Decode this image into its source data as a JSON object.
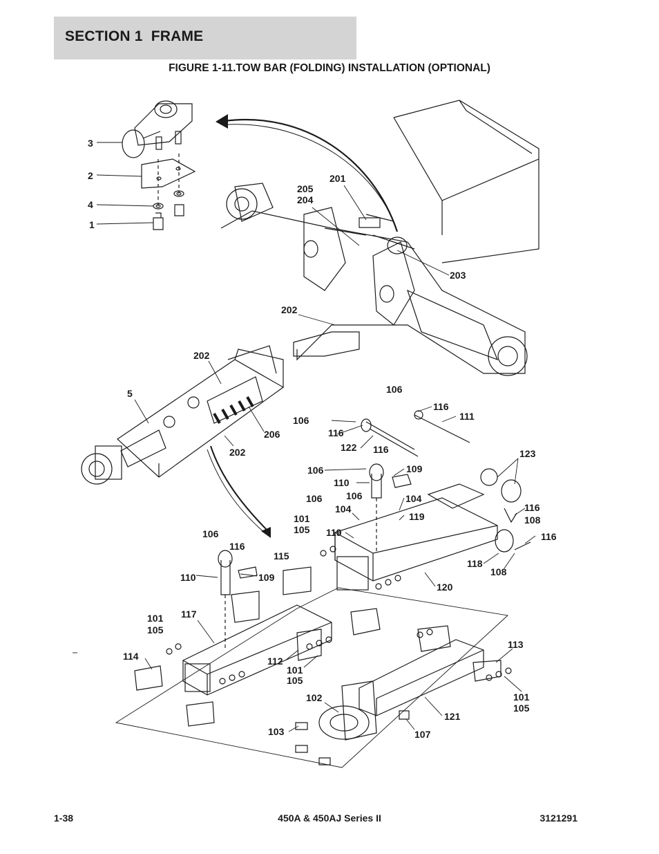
{
  "header": {
    "section_title": "SECTION 1  FRAME"
  },
  "figure": {
    "title": "FIGURE 1-11.TOW BAR (FOLDING) INSTALLATION (OPTIONAL)"
  },
  "callouts": {
    "c3": "3",
    "c2": "2",
    "c4": "4",
    "c1": "1",
    "c201": "201",
    "c205": "205",
    "c204": "204",
    "c203": "203",
    "c202a": "202",
    "c202b": "202",
    "c5": "5",
    "c206": "206",
    "c202c": "202",
    "c106a": "106",
    "c116a": "116",
    "c111": "111",
    "c106b": "106",
    "c116b": "116",
    "c122": "122",
    "c116c": "116",
    "c123": "123",
    "c106c": "106",
    "c109a": "109",
    "c110a": "110",
    "c106d": "106",
    "c106e": "106",
    "c104a": "104",
    "c104b": "104",
    "c101a": "101",
    "c105a": "105",
    "c119a": "119",
    "c119b": "119",
    "c116d": "116",
    "c108a": "108",
    "c116e": "116",
    "c106f": "106",
    "c116f": "116",
    "c115": "115",
    "c118": "118",
    "c108b": "108",
    "c110b": "110",
    "c109b": "109",
    "c120": "120",
    "c101b": "101",
    "c105b": "105",
    "c117": "117",
    "c114": "114",
    "c112": "112",
    "c101c": "101",
    "c105c": "105",
    "c113": "113",
    "c101d": "101",
    "c105d": "105",
    "c102": "102",
    "c121": "121",
    "c103": "103",
    "c107": "107"
  },
  "footer": {
    "page": "1-38",
    "model": "450A & 450AJ Series II",
    "doc_number": "3121291"
  }
}
